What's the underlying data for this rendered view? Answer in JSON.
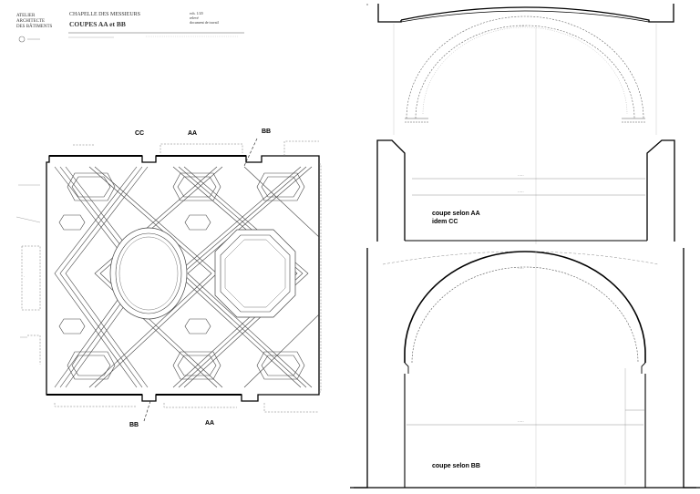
{
  "title_block": {
    "office_lines": [
      "ATELIER",
      "ARCHITECTE",
      "DES BÂTIMENTS"
    ],
    "project": "CHAPELLE DES MESSIEURS",
    "sheet_title": "COUPES AA et BB",
    "info_lines": [
      "ech. 1/20",
      "relevé",
      "document de travail"
    ]
  },
  "cut_labels": {
    "top_cc": "CC",
    "top_aa": "AA",
    "top_bb": "BB",
    "bottom_bb": "BB",
    "bottom_aa": "AA"
  },
  "sections": {
    "aa_line1": "coupe selon AA",
    "aa_line2": "idem CC",
    "bb": "coupe selon BB"
  }
}
